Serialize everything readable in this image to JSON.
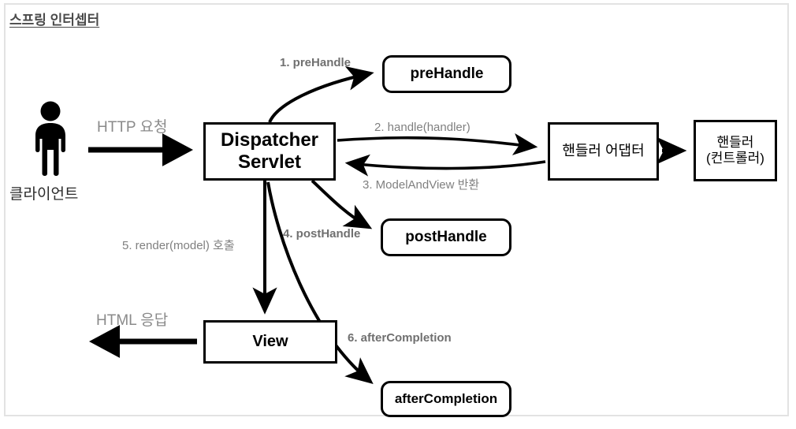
{
  "diagram": {
    "title": "스프링 인터셉터",
    "nodes": [
      {
        "id": "client",
        "label": "클라이언트",
        "icon": "person-icon",
        "shape": "icon"
      },
      {
        "id": "dispatcher",
        "label": "Dispatcher\nServlet",
        "shape": "rect"
      },
      {
        "id": "prehandle",
        "label": "preHandle",
        "shape": "rounded"
      },
      {
        "id": "posthandle",
        "label": "postHandle",
        "shape": "rounded"
      },
      {
        "id": "aftercompletion",
        "label": "afterCompletion",
        "shape": "rounded"
      },
      {
        "id": "adapter",
        "label": "핸들러 어댑터",
        "shape": "rect"
      },
      {
        "id": "handler",
        "label": "핸들러\n(컨트롤러)",
        "shape": "rect"
      },
      {
        "id": "view",
        "label": "View",
        "shape": "rect"
      }
    ],
    "edges": [
      {
        "id": "http-request",
        "label": "HTTP 요청",
        "from": "client",
        "to": "dispatcher",
        "style": "thick-straight"
      },
      {
        "id": "prehandle-call",
        "label": "1. preHandle",
        "from": "dispatcher",
        "to": "prehandle",
        "style": "curve",
        "emphasis": "bold"
      },
      {
        "id": "handle-call",
        "label": "2. handle(handler)",
        "from": "dispatcher",
        "to": "adapter",
        "style": "curve"
      },
      {
        "id": "modelandview-return",
        "label": "3. ModelAndView 반환",
        "from": "adapter",
        "to": "dispatcher",
        "style": "curve"
      },
      {
        "id": "adapter-handler",
        "label": "",
        "from": "adapter",
        "to": "handler",
        "style": "straight"
      },
      {
        "id": "posthandle-call",
        "label": "4. postHandle",
        "from": "dispatcher",
        "to": "posthandle",
        "style": "curve",
        "emphasis": "bold"
      },
      {
        "id": "render-call",
        "label": "5. render(model) 호출",
        "from": "dispatcher",
        "to": "view",
        "style": "straight"
      },
      {
        "id": "aftercompletion-call",
        "label": "6. afterCompletion",
        "from": "dispatcher",
        "to": "aftercompletion",
        "style": "curve",
        "emphasis": "bold"
      },
      {
        "id": "html-response",
        "label": "HTML 응답",
        "from": "view",
        "to": "client",
        "style": "thick-straight"
      }
    ],
    "colors": {
      "stroke": "#000000",
      "label_gray": "#808080",
      "title_gray": "#4a4a4a",
      "frame_border": "#e3e3e3",
      "background": "#ffffff"
    }
  }
}
